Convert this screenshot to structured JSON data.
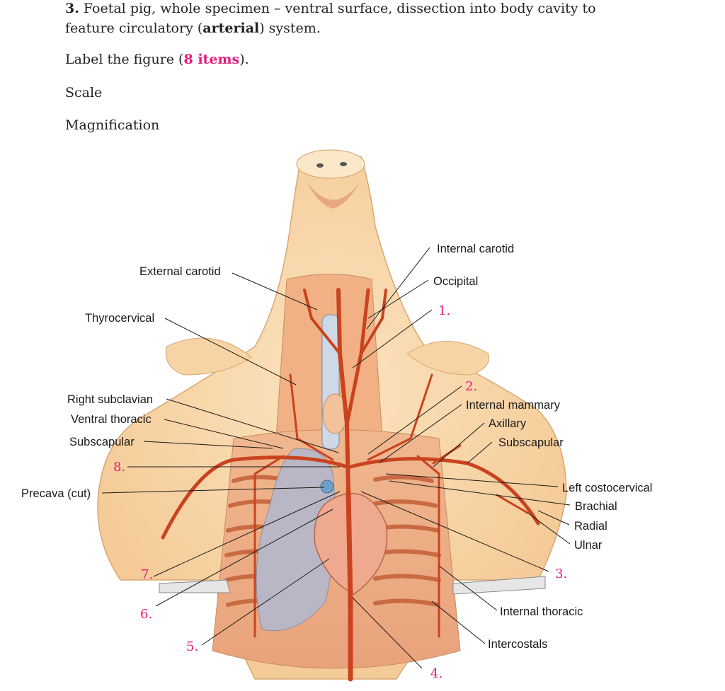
{
  "question": {
    "number": "3.",
    "line1": "Foetal pig, whole specimen – ventral surface, dissection into body cavity to",
    "line2_pre": "feature circulatory (",
    "line2_bold": "arterial",
    "line2_post": ") system."
  },
  "instruction": {
    "pre": "Label the figure (",
    "count": "8 items",
    "post": ")."
  },
  "scale_label": "Scale",
  "magnification_label": "Magnification",
  "figure": {
    "labels": {
      "internal_carotid": "Internal carotid",
      "external_carotid": "External carotid",
      "occipital": "Occipital",
      "thyrocervical": "Thyrocervical",
      "right_subclavian": "Right subclavian",
      "ventral_thoracic": "Ventral thoracic",
      "subscapular_left": "Subscapular",
      "internal_mammary": "Internal mammary",
      "axillary": "Axillary",
      "subscapular_right": "Subscapular",
      "precava": "Precava (cut)",
      "left_costocervical": "Left costocervical",
      "brachial": "Brachial",
      "radial": "Radial",
      "ulnar": "Ulnar",
      "internal_thoracic": "Internal thoracic",
      "intercostals": "Intercostals"
    },
    "blanks": [
      "1.",
      "2.",
      "3.",
      "4.",
      "5.",
      "6.",
      "7.",
      "8."
    ]
  }
}
